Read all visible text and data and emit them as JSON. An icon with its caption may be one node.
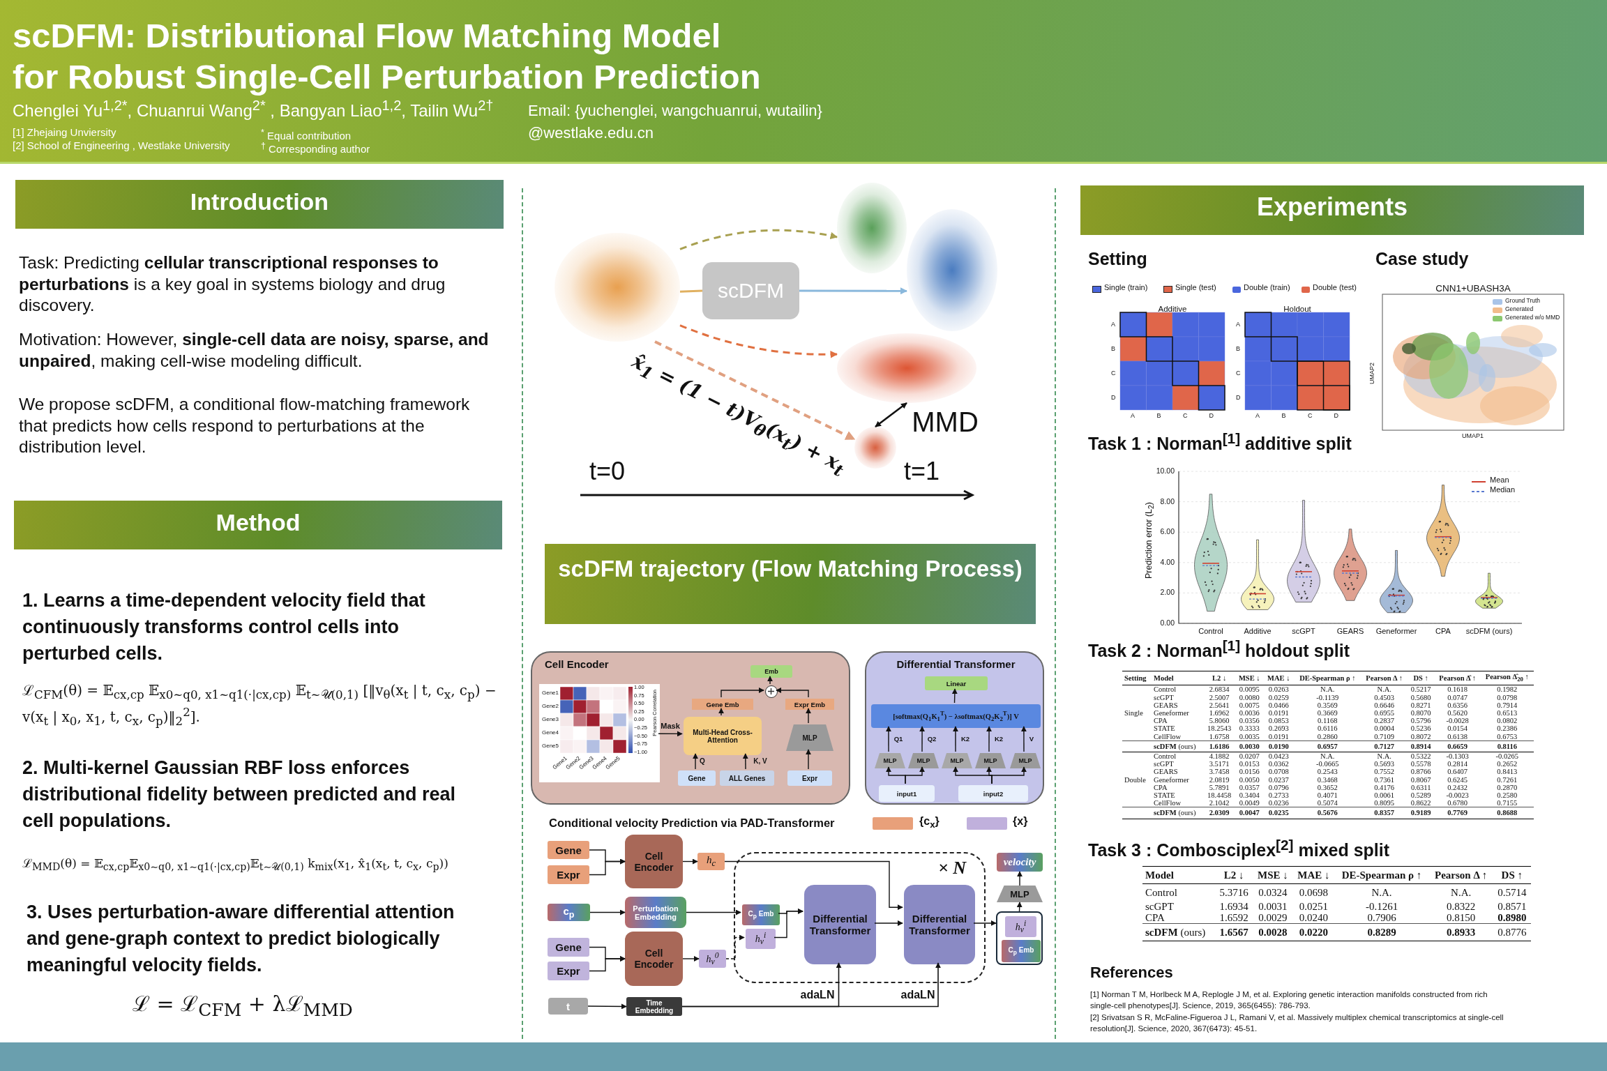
{
  "diagram": {
    "title": "scDFM: Distributional Flow Matching Model for Robust Single-Cell Perturbation Prediction",
    "nodes": [
      {
        "text": [],
        "shape": "circle"
      },
      {
        "text": [],
        "shape": "circle"
      },
      {
        "text": [
          "scDFM"
        ]
      },
      {
        "text": [],
        "shape": "circle"
      },
      {
        "text": [],
        "shape": "circle"
      },
      {
        "text": [],
        "shape": "circle"
      },
      {
        "text": [
          "Cell Encoder"
        ]
      },
      {
        "text": [],
        "shape": "picture",
        "in": 6
      },
      {
        "text": [
          "Emb"
        ],
        "in": 6
      },
      {
        "text": [],
        "shape": "circle",
        "in": 6
      },
      {
        "text": [
          "Gene Emb"
        ],
        "in": 6
      },
      {
        "text": [
          "Expr Emb"
        ],
        "in": 6
      },
      {
        "text": [
          "Multi-Head Cross-Attention"
        ],
        "in": 6
      },
      {
        "text": [
          "MLP"
        ],
        "in": 6
      },
      {
        "text": [
          "Gene"
        ],
        "in": 6
      },
      {
        "text": [
          "ALL Genes"
        ],
        "in": 6
      },
      {
        "text": [
          "Expr"
        ],
        "in": 6
      },
      {
        "text": [
          "Differential Transformer"
        ]
      },
      {
        "text": [
          "Linear"
        ],
        "in": 17
      },
      {
        "text": [
          "[softmax(Q$_{1}$K$_{1}$$^{T}$) − λsoftmax(Q$_{2}$K$_{2}$$^{T}$)] V"
        ],
        "in": 17
      },
      {
        "text": [
          "MLP"
        ],
        "in": 17
      },
      {
        "text": [
          "MLP"
        ],
        "in": 17
      },
      {
        "text": [
          "MLP"
        ],
        "in": 17
      },
      {
        "text": [
          "MLP"
        ],
        "in": 17
      },
      {
        "text": [
          "MLP"
        ],
        "in": 17
      },
      {
        "text": [
          "input1"
        ],
        "in": 17
      },
      {
        "text": [
          "input2"
        ],
        "in": 17
      },
      {
        "text": [
          "Gene"
        ]
      },
      {
        "text": [
          "Expr"
        ]
      },
      {
        "text": [
          "Cell Encoder"
        ]
      },
      {
        "text": [
          "h$_{c}$"
        ]
      },
      {
        "text": [
          "× N"
        ]
      },
      {
        "text": [
          "velocity"
        ]
      },
      {
        "text": [
          "c$_{p}$"
        ]
      },
      {
        "text": [
          "Perturbation Embedding"
        ]
      },
      {
        "text": [
          "C$_{p}$ Emb"
        ],
        "in": 31
      },
      {
        "text": [
          "Differential Transformer"
        ],
        "in": 31
      },
      {
        "text": [
          "Differential Transformer"
        ],
        "in": 31
      },
      {
        "text": [
          "MLP"
        ]
      },
      {
        "text": [],
        "shape": "box"
      },
      {
        "text": [
          "h$_{v}$$^{i}$"
        ],
        "in": 39
      },
      {
        "text": [
          "C$_{p}$ Emb"
        ],
        "in": 39
      },
      {
        "text": [
          "h$_{v}$$^{i}$"
        ],
        "in": 31
      },
      {
        "text": [
          "Gene"
        ]
      },
      {
        "text": [
          "Expr"
        ]
      },
      {
        "text": [
          "Cell Encoder"
        ]
      },
      {
        "text": [
          "h$_{v}$$^{0}$"
        ]
      },
      {
        "text": [
          "t"
        ]
      },
      {
        "text": [
          "Time Embedding"
        ]
      }
    ],
    "edges": [
      {
        "from": 0,
        "to": 1,
        "arrow": "to",
        "style": "dashed",
        "color": "#a8a050"
      },
      {
        "from": 0,
        "to": 2,
        "arrow": "none",
        "color": "#e0b060"
      },
      {
        "from": 2,
        "to": 3,
        "arrow": "to",
        "color": "#8ab8dc"
      },
      {
        "from": 0,
        "to": 4,
        "arrow": "to",
        "style": "dashed",
        "color": "#e07040"
      },
      {
        "from": 0,
        "to": 5,
        "arrow": "to",
        "style": "dashed",
        "color": "#e0a080",
        "label": "x̂$_{1}$ = (1 − t)V$_{θ}$(x$_{t}$) + x$_{t}$"
      },
      {
        "from": 4,
        "to": 5,
        "arrow": "both",
        "label": "MMD"
      },
      {
        "from": 14,
        "to": 12,
        "arrow": "to",
        "label": "Q"
      },
      {
        "from": 15,
        "to": 12,
        "arrow": "to",
        "label": "K, V"
      },
      {
        "from": 7,
        "to": 12,
        "arrow": "to",
        "label": "Mask"
      },
      {
        "from": 12,
        "to": 10,
        "arrow": "to"
      },
      {
        "from": 10,
        "to": 9,
        "arrow": "to"
      },
      {
        "from": 11,
        "to": 9,
        "arrow": "to"
      },
      {
        "from": 9,
        "to": 8,
        "arrow": "to"
      },
      {
        "from": 16,
        "to": 13,
        "arrow": "to"
      },
      {
        "from": 13,
        "to": 11,
        "arrow": "to"
      },
      {
        "from": 25,
        "to": 20,
        "arrow": "to"
      },
      {
        "from": 25,
        "to": 21,
        "arrow": "to"
      },
      {
        "from": 26,
        "to": 22,
        "arrow": "to"
      },
      {
        "from": 26,
        "to": 23,
        "arrow": "to"
      },
      {
        "from": 26,
        "to": 24,
        "arrow": "to"
      },
      {
        "from": 20,
        "to": 19,
        "arrow": "to",
        "label": "Q1"
      },
      {
        "from": 21,
        "to": 19,
        "arrow": "to",
        "label": "Q2"
      },
      {
        "from": 22,
        "to": 19,
        "arrow": "to",
        "label": "K2"
      },
      {
        "from": 23,
        "to": 19,
        "arrow": "to",
        "label": "K2"
      },
      {
        "from": 24,
        "to": 19,
        "arrow": "to",
        "label": "V"
      },
      {
        "from": 19,
        "to": 18,
        "arrow": "to"
      },
      {
        "from": 27,
        "to": 29,
        "arrow": "to"
      },
      {
        "from": 28,
        "to": 29,
        "arrow": "to"
      },
      {
        "from": 29,
        "to": 30,
        "arrow": "to"
      },
      {
        "from": 30,
        "to": 37,
        "arrow": "to"
      },
      {
        "from": 33,
        "to": 34,
        "arrow": "to"
      },
      {
        "from": 34,
        "to": 35,
        "arrow": "to"
      },
      {
        "from": 35,
        "to": 36,
        "arrow": "to"
      },
      {
        "from": 42,
        "to": 36,
        "arrow": "to"
      },
      {
        "from": 36,
        "to": 37,
        "arrow": "to"
      },
      {
        "from": 37,
        "to": 39,
        "arrow": "to"
      },
      {
        "from": 39,
        "to": 38,
        "arrow": "to"
      },
      {
        "from": 38,
        "to": 32,
        "arrow": "to"
      },
      {
        "from": 43,
        "to": 45,
        "arrow": "to"
      },
      {
        "from": 44,
        "to": 45,
        "arrow": "to"
      },
      {
        "from": 45,
        "to": 46,
        "arrow": "to"
      },
      {
        "from": 46,
        "to": 42,
        "arrow": "to",
        "style": "dashed"
      },
      {
        "from": 47,
        "to": 48,
        "arrow": "to"
      },
      {
        "from": 48,
        "to": 36,
        "arrow": "to",
        "label": "adaLN"
      },
      {
        "from": 48,
        "to": 37,
        "arrow": "to",
        "label": "adaLN"
      }
    ],
    "labels": [
      "Chenglei Yu$^{1,2*}$, Chuanrui Wang$^{2*}$ , Bangyan Liao$^{1,2}$, Tailin Wu$^{2†}$",
      "[1] Zhejaing Unviersity",
      "[2] School of Engineering , Westlake University",
      "$^{*}$ Equal contribution",
      "$^{†}$ Corresponding author",
      "Email: {yuchenglei, wangchuanrui, wutailin} @westlake.edu.cn",
      "Introduction",
      "Task: Predicting **cellular transcriptional responses to perturbations** is a key goal in systems biology and drug discovery.",
      "Motivation: However, **single-cell data are noisy, sparse, and unpaired**, making cell-wise modeling difficult.",
      "We propose scDFM, a conditional flow-matching framework that predicts how cells respond to perturbations at the distribution level.",
      "Method",
      "1. Learns a time-dependent velocity field that continuously transforms control cells into perturbed cells.",
      "ℒ$_{CFM}$(θ) = 𝔼$_{cx,cp}$ 𝔼$_{x0∼q0, x1∼q1(·|cx,cp)}$ 𝔼$_{t∼𝒰(0,1)}$ [‖v$_{θ}$(x$_{t}$ | t, c$_{x}$, c$_{p}$) − v(x$_{t}$ | x$_{0}$, x$_{1}$, t, c$_{x}$, c$_{p}$)‖$_{2}$$^{2}$].",
      "2. Multi-kernel Gaussian RBF loss enforces distributional fidelity between predicted and real cell populations.",
      "ℒ$_{MMD}$(θ) = 𝔼$_{cx,cp}$𝔼$_{x0∼q0, x1∼q1(·|cx,cp)}$𝔼$_{t∼𝒰(0,1)}$ k$_{mix}$(x$_{1}$, x̂$_{1}$(x$_{t}$, t, c$_{x}$, c$_{p}$))",
      "3. Uses perturbation-aware differential attention and gene-graph context to predict biologically meaningful velocity fields.",
      "ℒ = ℒ$_{CFM}$ + λℒ$_{MMD}$",
      "t=0",
      "t=1",
      "scDFM trajectory (Flow Matching Process)",
      "Gene1",
      "Gene2",
      "Gene3",
      "Gene4",
      "Gene5",
      "Gene1",
      "Gene2",
      "Gene3",
      "Gene4",
      "Gene5",
      "1.00",
      "0.75",
      "0.50",
      "0.25",
      "0.00",
      "−0.25",
      "−0.50",
      "−0.75",
      "−1.00",
      "Pearson Correlation",
      "Conditional velocity Prediction via PAD-Transformer",
      "Experiments",
      "Setting",
      "Case study",
      "Additive",
      "Holdout",
      "A",
      "B",
      "C",
      "D",
      "A",
      "B",
      "C",
      "D",
      "A",
      "B",
      "C",
      "D",
      "A",
      "B",
      "C",
      "D",
      "CNN1+UBASH3A",
      "UMAP2",
      "UMAP1",
      "Task 1 : Norman$^{[1]}$ additive split",
      "10.00",
      "8.00",
      "6.00",
      "4.00",
      "2.00",
      "0.00",
      "Prediction error (L$_{2}$)",
      "Control",
      "Additive",
      "scGPT",
      "GEARS",
      "Geneformer",
      "CPA",
      "scDFM (ours)",
      "Task 2 : Norman$^{[1]}$ holdout split",
      "Setting",
      "Model",
      "L2 ↓",
      "MSE ↓",
      "MAE ↓",
      "DE-Spearman ρ ↑",
      "Pearson Δ ↑",
      "DS ↑",
      "Pearson Δ̂ ↑",
      "Pearson Δ̂$_{20}$ ↑",
      "Single",
      "Control",
      "2.6834",
      "0.0095",
      "0.0263",
      "N.A.",
      "N.A.",
      "0.5217",
      "0.1618",
      "0.1982",
      "scGPT",
      "2.5007",
      "0.0080",
      "0.0259",
      "-0.1139",
      "0.4503",
      "0.5680",
      "0.0747",
      "0.0798",
      "GEARS",
      "2.5641",
      "0.0075",
      "0.0466",
      "0.3569",
      "0.6646",
      "0.8271",
      "0.6356",
      "0.7914",
      "Geneformer",
      "1.6962",
      "0.0036",
      "0.0191",
      "0.3669",
      "0.6955",
      "0.8070",
      "0.5620",
      "0.6513",
      "CPA",
      "5.8060",
      "0.0356",
      "0.0853",
      "0.1168",
      "0.2837",
      "0.5796",
      "-0.0028",
      "0.0802",
      "STATE",
      "18.2543",
      "0.3333",
      "0.2693",
      "0.6116",
      "0.0004",
      "0.5236",
      "0.0154",
      "0.2386",
      "CellFlow",
      "1.6758",
      "0.0035",
      "0.0191",
      "0.2860",
      "0.7109",
      "0.8072",
      "0.6138",
      "0.6753",
      "**scDFM** (ours)",
      "1.6186",
      "0.0030",
      "0.0190",
      "0.6957",
      "0.7127",
      "0.8914",
      "0.6659",
      "0.8116",
      "Double",
      "Control",
      "4.1882",
      "0.0207",
      "0.0423",
      "N.A.",
      "N.A.",
      "0.5322",
      "-0.1303",
      "-0.0265",
      "scGPT",
      "3.5171",
      "0.0153",
      "0.0362",
      "-0.0665",
      "0.5693",
      "0.5578",
      "0.2814",
      "0.2652",
      "GEARS",
      "3.7458",
      "0.0156",
      "0.0708",
      "0.2543",
      "0.7552",
      "0.8766",
      "0.6407",
      "0.8413",
      "Geneformer",
      "2.0819",
      "0.0050",
      "0.0237",
      "0.3468",
      "0.7361",
      "0.8067",
      "0.6245",
      "0.7261",
      "CPA",
      "5.7891",
      "0.0357",
      "0.0796",
      "0.3652",
      "0.4176",
      "0.6311",
      "0.2432",
      "0.2870",
      "STATE",
      "18.4458",
      "0.3404",
      "0.2733",
      "0.4071",
      "0.0061",
      "0.5289",
      "-0.0023",
      "0.2580",
      "CellFlow",
      "2.1042",
      "0.0049",
      "0.0236",
      "0.5074",
      "0.8095",
      "0.8622",
      "0.6780",
      "0.7155",
      "**scDFM** (ours)",
      "2.0309",
      "0.0047",
      "0.0235",
      "0.5676",
      "0.8357",
      "0.9189",
      "0.7769",
      "0.8688",
      "Task 3 : Combosciplex$^{[2]}$ mixed split",
      "Model",
      "L2 ↓",
      "MSE ↓",
      "MAE ↓",
      "DE-Spearman ρ ↑",
      "Pearson Δ ↑",
      "DS ↑",
      "Control",
      "5.3716",
      "0.0324",
      "0.0698",
      "N.A.",
      "N.A.",
      "0.5714",
      "scGPT",
      "1.6934",
      "0.0031",
      "0.0251",
      "-0.1261",
      "0.8322",
      "0.8571",
      "CPA",
      "1.6592",
      "0.0029",
      "0.0240",
      "0.7906",
      "0.8150",
      "0.8980",
      "**scDFM** (ours)",
      "1.6567",
      "0.0028",
      "0.0220",
      "0.8289",
      "0.8933",
      "0.8776",
      "References",
      "[1] Norman T M, Horlbeck M A, Replogle J M, et al. Exploring genetic interaction manifolds constructed from rich single-cell phenotypes[J]. Science, 2019, 365(6455): 786-793.",
      "[2] Srivatsan S R, McFaline-Figueroa J L, Ramani V, et al. Massively multiplex chemical transcriptomics at single-cell resolution[J]. Science, 2020, 367(6473): 45-51."
    ],
    "legend": [
      {
        "text": "{c$_{x}$}",
        "color": "#e8a07a"
      },
      {
        "text": "{x}",
        "color": "#c0b0dc"
      },
      {
        "text": "Single (train)",
        "color": "#4a66dd"
      },
      {
        "text": "Single (test)",
        "color": "#e0664a"
      },
      {
        "text": "Double (train)",
        "color": "#4a66dd"
      },
      {
        "text": "Double (test)",
        "color": "#e0664a"
      },
      {
        "text": "Ground Truth",
        "color": "#a9c4e8"
      },
      {
        "text": "Generated",
        "color": "#f2bc8c"
      },
      {
        "text": "Generated w/o MMD",
        "color": "#8cc870"
      },
      {
        "text": "Mean"
      },
      {
        "text": "Median"
      }
    ]
  }
}
